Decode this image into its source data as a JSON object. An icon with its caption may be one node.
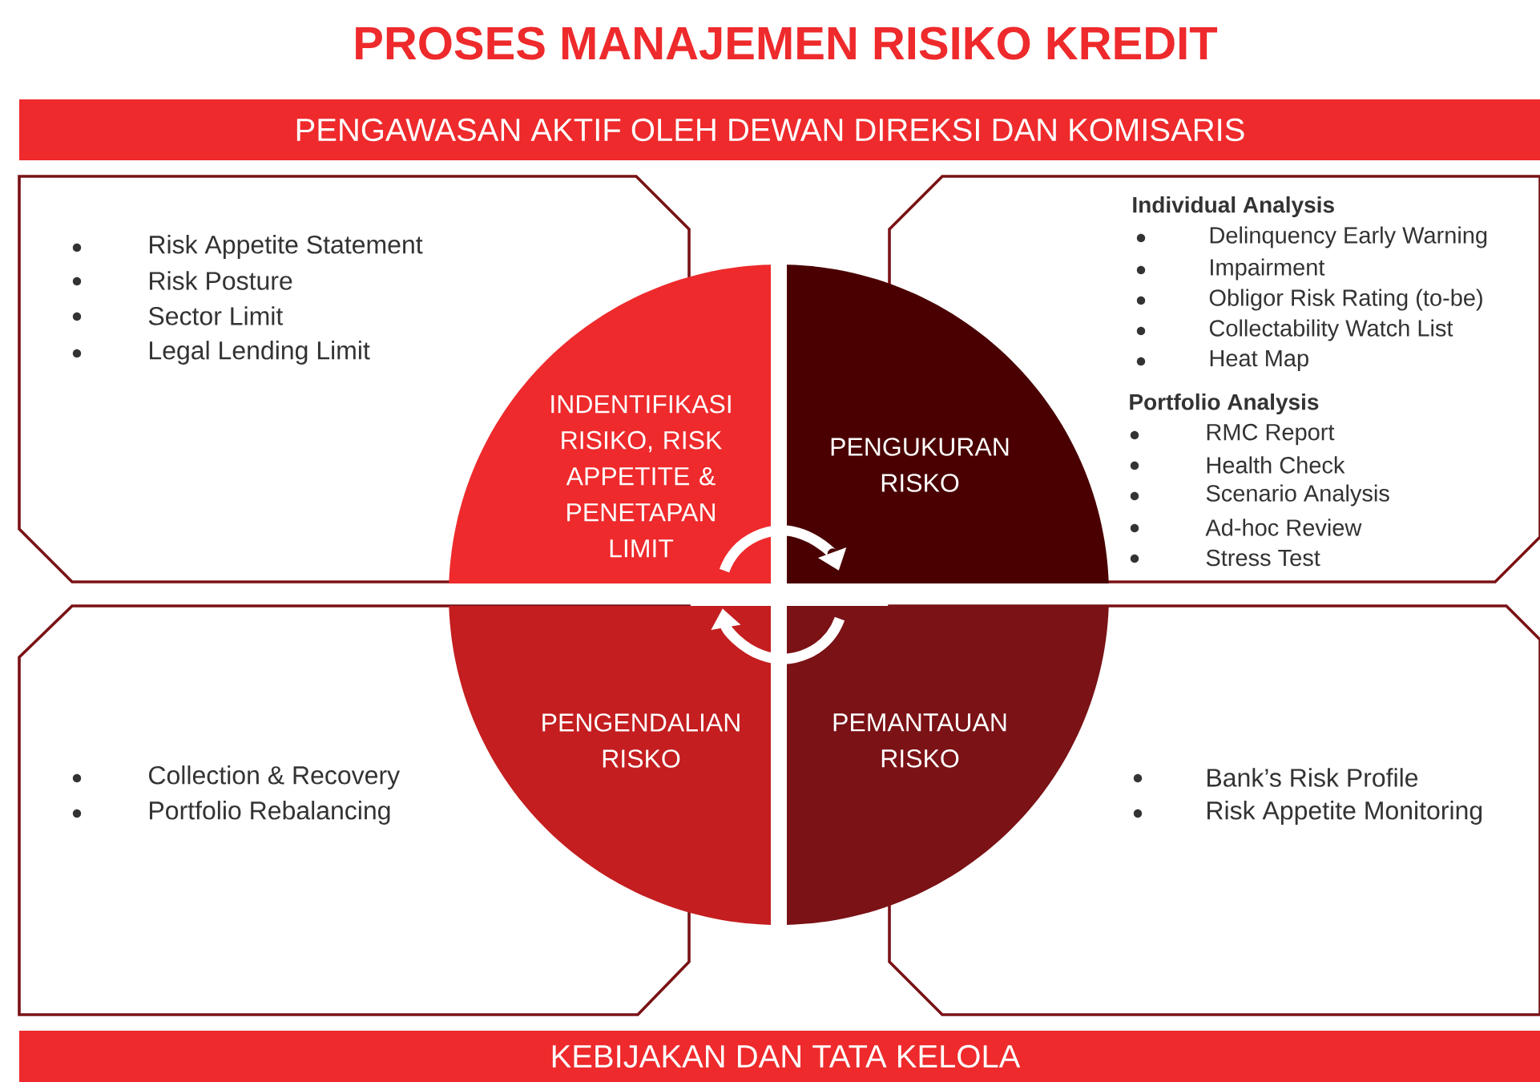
{
  "diagram": {
    "title": "PROSES MANAJEMEN RISIKO KREDIT",
    "nodes": [
      {
        "text": [
          "PENGAWASAN AKTIF OLEH DEWAN DIREKSI DAN KOMISARIS"
        ]
      },
      {
        "text": [
          "Risk Appetite Statement",
          "Risk Posture",
          "Sector Limit",
          "Legal Lending Limit"
        ]
      },
      {
        "text": [
          "Individual Analysis",
          "Delinquency Early Warning",
          "Impairment",
          "Obligor Risk Rating (to-be)",
          "Collectability Watch List",
          "Heat Map",
          "Portfolio Analysis",
          "RMC Report",
          "Health Check",
          "Scenario Analysis",
          "Ad-hoc Review",
          "Stress Test"
        ]
      },
      {
        "text": [
          "INDENTIFIKASI RISIKO, RISK APPETITE & PENETAPAN LIMIT"
        ]
      },
      {
        "text": [
          "PENGUKURAN RISKO"
        ]
      },
      {
        "text": [
          "PENGENDALIAN RISKO"
        ]
      },
      {
        "text": [
          "PEMANTAUAN RISKO"
        ]
      },
      {
        "text": [
          "Collection & Recovery",
          "Portfolio Rebalancing"
        ]
      },
      {
        "text": [
          "Bank’s Risk Profile",
          "Risk Appetite Monitoring"
        ]
      },
      {
        "text": [
          "KEBIJAKAN DAN TATA KELOLA"
        ]
      }
    ],
    "edges": [
      {
        "from": 3,
        "to": 4,
        "arrow": "to"
      },
      {
        "from": 6,
        "to": 5,
        "arrow": "to"
      }
    ]
  }
}
